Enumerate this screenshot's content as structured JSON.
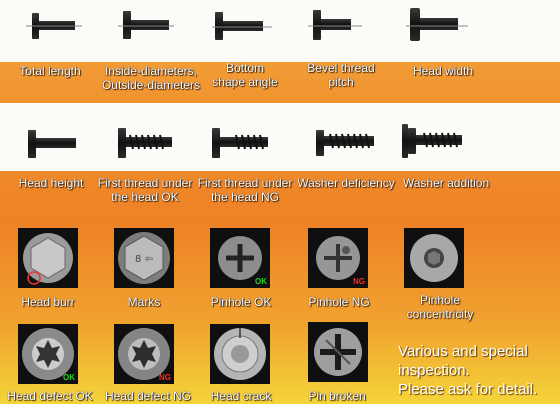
{
  "row1": [
    {
      "label": "Total length"
    },
    {
      "label": "Inside-diameters,\nOutside-diameters"
    },
    {
      "label": "Bottom\nshape angle"
    },
    {
      "label": "Bevel thread\npitch"
    },
    {
      "label": "Head width"
    }
  ],
  "row2": [
    {
      "label": "Head height"
    },
    {
      "label": "First thread under\nthe head OK"
    },
    {
      "label": "First thread under\nthe head NG"
    },
    {
      "label": "Washer deficiency"
    },
    {
      "label": "Washer addition"
    }
  ],
  "row3": [
    {
      "label": "Head burr"
    },
    {
      "label": "Marks"
    },
    {
      "label": "Pinhole OK",
      "tag": "OK"
    },
    {
      "label": "Pinhole NG",
      "tag": "NG"
    },
    {
      "label": "Pinhole\nconcentricity"
    }
  ],
  "row4": [
    {
      "label": "Head defect OK",
      "tag": "OK"
    },
    {
      "label": "Head defect NG",
      "tag": "NG"
    },
    {
      "label": "Head crack"
    },
    {
      "label": "Pin broken"
    }
  ],
  "note": {
    "line1": "Various and special",
    "line2": "inspection.",
    "line3": "Please ask for detail."
  },
  "colors": {
    "ok": "#2bd12b",
    "ng": "#ff2a2a",
    "label": "#ffffff"
  }
}
